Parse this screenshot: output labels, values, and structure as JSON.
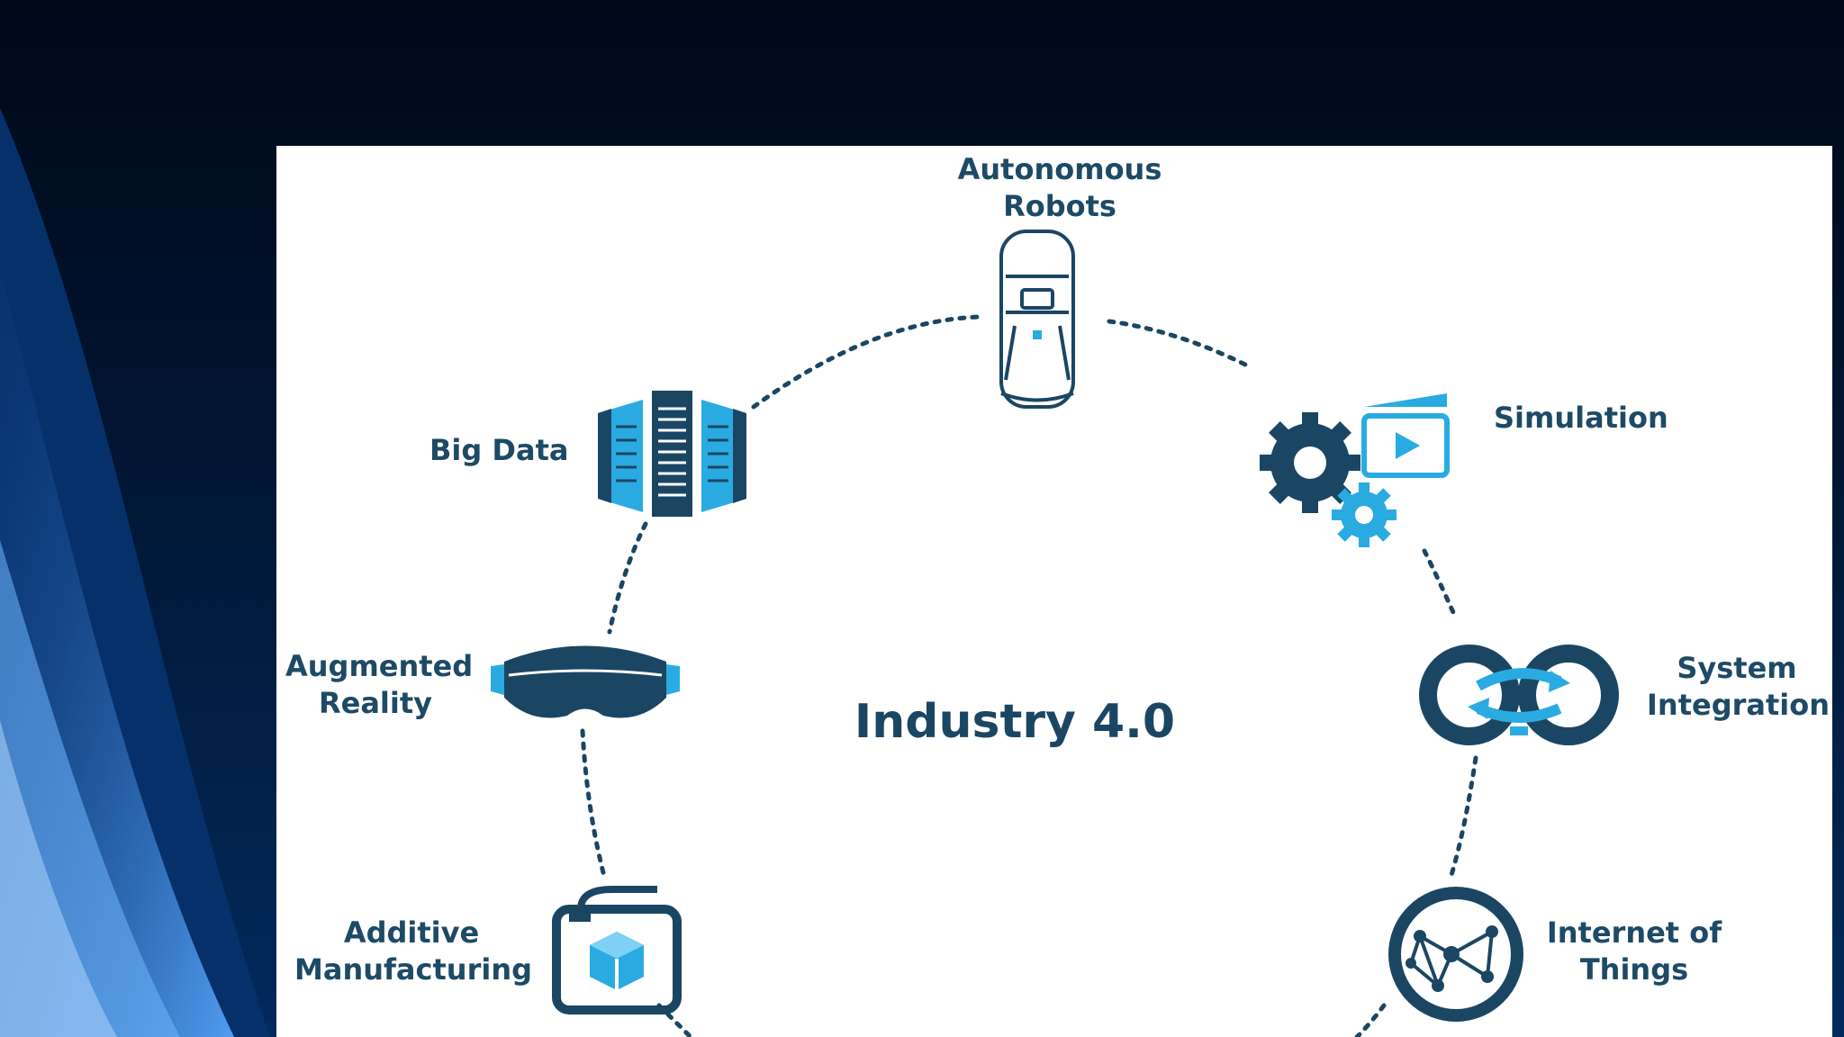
{
  "title": "Industry 4.0",
  "colors": {
    "dark_teal": "#1b4663",
    "accent_blue": "#29abe2",
    "panel": "#ffffff"
  },
  "nodes": [
    {
      "id": "autonomous-robots",
      "line1": "Autonomous",
      "line2": "Robots",
      "icon": "autonomous-robot-icon"
    },
    {
      "id": "simulation",
      "line1": "Simulation",
      "line2": "",
      "icon": "simulation-icon"
    },
    {
      "id": "system-integration",
      "line1": "System",
      "line2": "Integration",
      "icon": "system-integration-icon"
    },
    {
      "id": "internet-of-things",
      "line1": "Internet of",
      "line2": "Things",
      "icon": "internet-of-things-icon"
    },
    {
      "id": "additive-manufacturing",
      "line1": "Additive",
      "line2": "Manufacturing",
      "icon": "3d-printer-icon"
    },
    {
      "id": "augmented-reality",
      "line1": "Augmented",
      "line2": "Reality",
      "icon": "vr-headset-icon"
    },
    {
      "id": "big-data",
      "line1": "Big Data",
      "line2": "",
      "icon": "server-racks-icon"
    }
  ]
}
